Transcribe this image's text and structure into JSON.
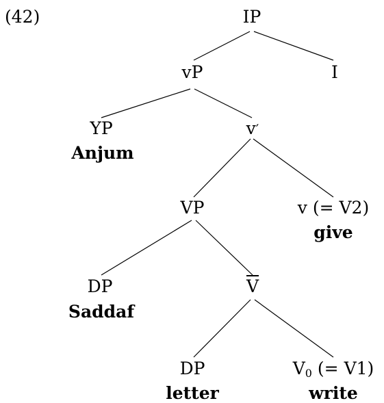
{
  "example": {
    "number": "(42)"
  },
  "tree": {
    "ip": {
      "label": "IP"
    },
    "i": {
      "label": "I"
    },
    "vp_small": {
      "label": "vP"
    },
    "yp": {
      "label": "YP",
      "word": "Anjum"
    },
    "vbar_small": {
      "label": "v",
      "prime": "′"
    },
    "vp_big": {
      "label": "VP"
    },
    "v_head": {
      "label": "v (= V2)",
      "word": "give"
    },
    "dp_subj": {
      "label": "DP",
      "word": "Saddaf"
    },
    "vbar_big": {
      "label": "V"
    },
    "dp_obj": {
      "label": "DP",
      "word": "letter"
    },
    "v0": {
      "label": "V",
      "sub": "0",
      "rest": " (= V1)",
      "word": "write"
    }
  }
}
